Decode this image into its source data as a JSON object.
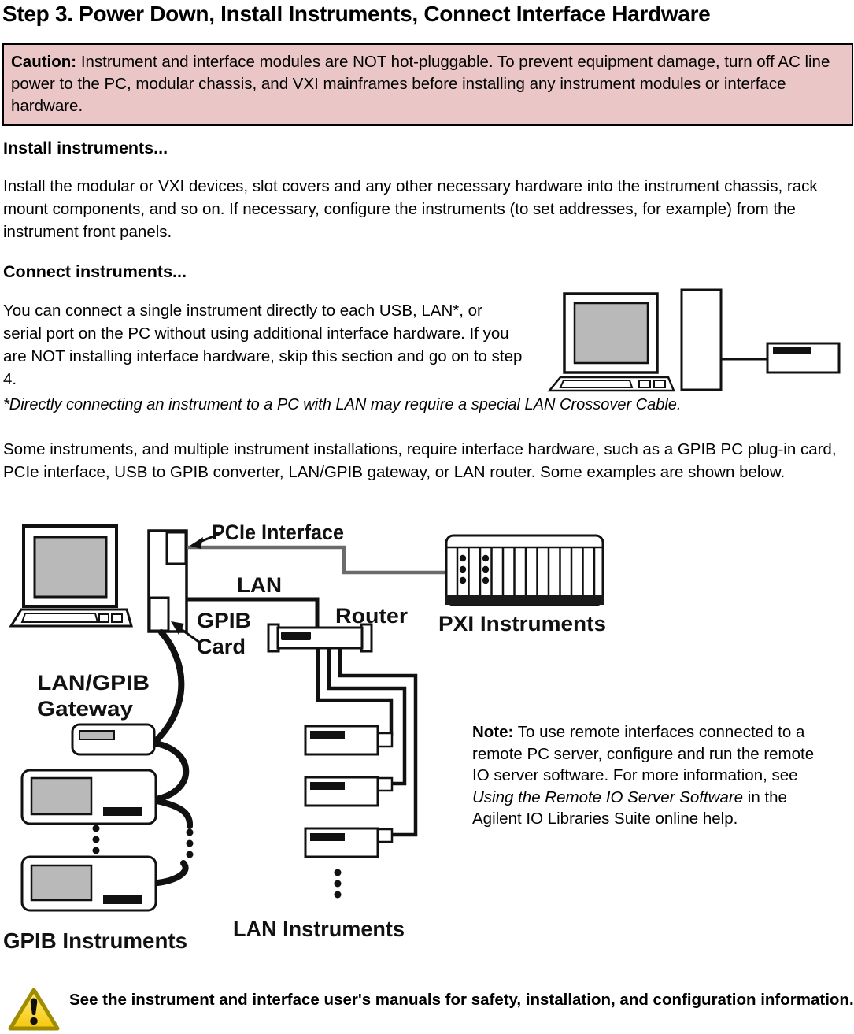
{
  "page": {
    "title": "Step 3. Power Down, Install Instruments, Connect Interface Hardware",
    "caution": {
      "label": "Caution:",
      "text": " Instrument and interface modules are NOT hot-pluggable. To prevent equipment damage, turn off AC line power to the PC, modular chassis, and VXI mainframes before installing any instrument modules or interface hardware."
    },
    "sections": {
      "install": {
        "heading": "Install instruments...",
        "body": "Install the modular or VXI devices, slot covers and any other necessary hardware into the instrument chassis, rack mount components, and so on. If necessary, configure the instruments (to set addresses, for example) from the instrument front panels."
      },
      "connect": {
        "heading": "Connect instruments...",
        "body": "You can connect a single instrument directly to each USB, LAN*, or serial port on the PC without using additional interface hardware. If you are NOT installing interface hardware, skip this section and go on to step 4.",
        "footnote": "*Directly connecting an instrument to a PC with LAN may require a special LAN Crossover Cable.",
        "interface_info": "Some instruments, and multiple instrument installations, require interface hardware, such as a GPIB PC plug-in card, PCIe interface, USB to GPIB converter, LAN/GPIB gateway, or LAN router. Some examples are shown below."
      }
    }
  },
  "diagram": {
    "labels": {
      "pcie_interface": "PCIe Interface",
      "lan": "LAN",
      "gpib_line1": "GPIB",
      "gpib_line2": "Card",
      "router": "Router",
      "pxi_instruments": "PXI Instruments",
      "gateway_line1": "LAN/GPIB",
      "gateway_line2": "Gateway",
      "gpib_instruments": "GPIB Instruments",
      "lan_instruments": "LAN Instruments"
    }
  },
  "note": {
    "label": "Note:",
    "text_before": " To use remote interfaces connected to a remote PC server, configure and run the remote IO server software. For more information, see ",
    "italic_title": "Using the Remote IO Server Software",
    "text_after": " in the Agilent IO Libraries Suite online help."
  },
  "footer": {
    "warning_text": "See the instrument and interface user's manuals for safety, installation, and configuration information."
  },
  "colors": {
    "caution_bg": "#eac6c6",
    "screen_gray": "#b9b9b9",
    "warning_yellow": "#f6c60a",
    "diagram_ink": "#111111"
  }
}
